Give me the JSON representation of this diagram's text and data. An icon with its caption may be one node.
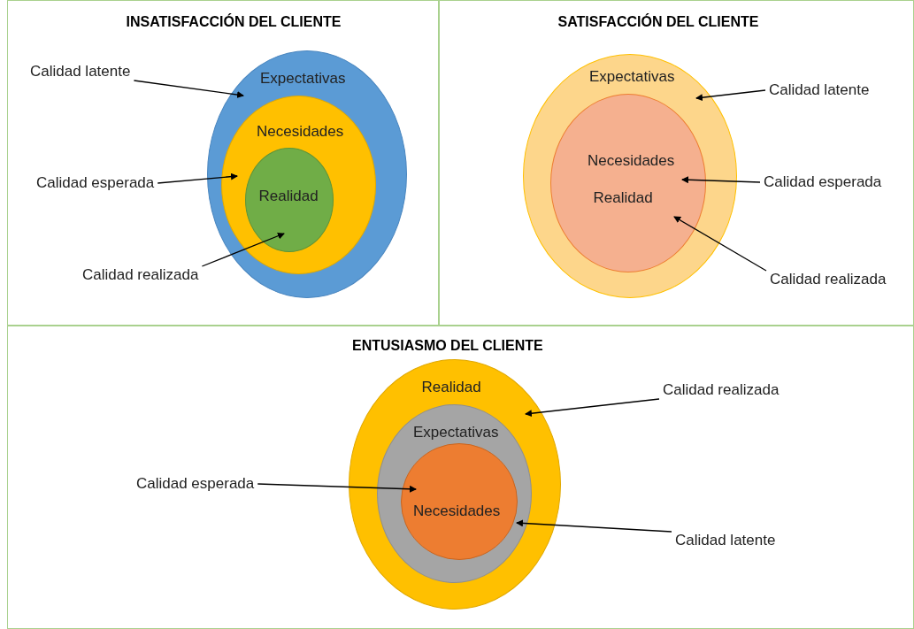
{
  "diagram": {
    "nodes": [
      {
        "text": [
          "INSATISFACCIÓN DEL CLIENTE"
        ]
      },
      {
        "text": [
          "Expectativas"
        ],
        "in": 0
      },
      {
        "text": [
          "Necesidades"
        ],
        "in": 1
      },
      {
        "text": [
          "Realidad"
        ],
        "in": 2
      },
      {
        "text": [
          "Calidad latente"
        ],
        "in": 0
      },
      {
        "text": [
          "Calidad esperada"
        ],
        "in": 0
      },
      {
        "text": [
          "Calidad realizada"
        ],
        "in": 0
      },
      {
        "text": [
          "SATISFACCIÓN DEL CLIENTE"
        ]
      },
      {
        "text": [
          "Expectativas"
        ],
        "in": 7
      },
      {
        "text": [
          "Necesidades",
          "Realidad"
        ],
        "in": 8
      },
      {
        "text": [
          "Calidad latente"
        ],
        "in": 7
      },
      {
        "text": [
          "Calidad esperada"
        ],
        "in": 7
      },
      {
        "text": [
          "Calidad realizada"
        ],
        "in": 7
      },
      {
        "text": [
          "ENTUSIASMO DEL CLIENTE"
        ]
      },
      {
        "text": [
          "Realidad"
        ],
        "in": 13
      },
      {
        "text": [
          "Expectativas"
        ],
        "in": 14
      },
      {
        "text": [
          "Necesidades"
        ],
        "in": 15
      },
      {
        "text": [
          "Calidad realizada"
        ],
        "in": 13
      },
      {
        "text": [
          "Calidad esperada"
        ],
        "in": 13
      },
      {
        "text": [
          "Calidad latente"
        ],
        "in": 13
      }
    ],
    "edges": [
      {
        "from": 4,
        "to": 1,
        "arrow": "to"
      },
      {
        "from": 5,
        "to": 2,
        "arrow": "to"
      },
      {
        "from": 6,
        "to": 3,
        "arrow": "to"
      },
      {
        "from": 10,
        "to": 8,
        "arrow": "to"
      },
      {
        "from": 11,
        "to": 9,
        "arrow": "to"
      },
      {
        "from": 12,
        "to": 9,
        "arrow": "to"
      },
      {
        "from": 17,
        "to": 14,
        "arrow": "to"
      },
      {
        "from": 18,
        "to": 16,
        "arrow": "to"
      },
      {
        "from": 19,
        "to": 15,
        "arrow": "to"
      }
    ]
  }
}
